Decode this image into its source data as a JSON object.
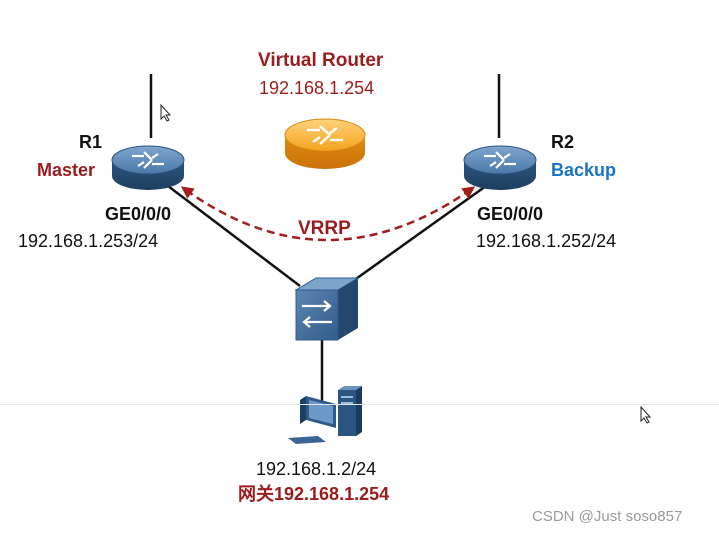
{
  "virtual_router": {
    "title": "Virtual Router",
    "ip": "192.168.1.254"
  },
  "r1": {
    "name": "R1",
    "role": "Master",
    "interface": "GE0/0/0",
    "ip": "192.168.1.253/24"
  },
  "r2": {
    "name": "R2",
    "role": "Backup",
    "interface": "GE0/0/0",
    "ip": "192.168.1.252/24"
  },
  "protocol": "VRRP",
  "host": {
    "ip": "192.168.1.2/24",
    "gateway": "网关192.168.1.254"
  },
  "watermark": "CSDN @Just  soso857",
  "colors": {
    "red": "#9b1c1c",
    "blue": "#1a73c4",
    "router_blue": "#2f5f8c",
    "router_orange": "#f0a020",
    "link": "#111111"
  },
  "icons": [
    "router-icon",
    "switch-icon",
    "computer-icon",
    "cursor-icon"
  ]
}
